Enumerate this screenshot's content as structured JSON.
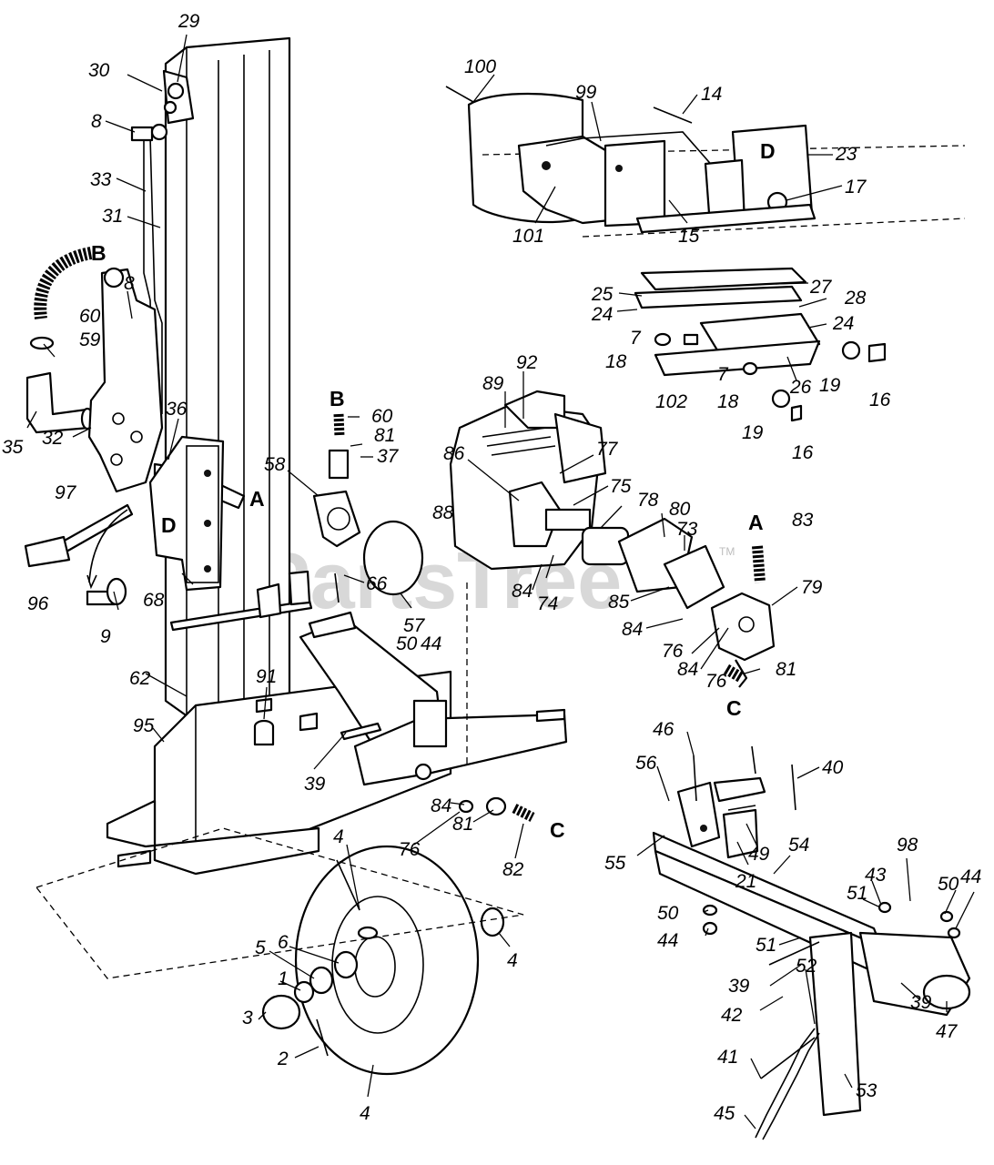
{
  "diagram": {
    "watermark": {
      "text": "PartsTree",
      "tm": "TM"
    },
    "connector_letters": {
      "B1": "B",
      "A1": "A",
      "D1": "D",
      "B2": "B",
      "A2": "A",
      "C1": "C",
      "C2": "C",
      "D2": "D"
    },
    "part_numbers": {
      "p29": "29",
      "p30": "30",
      "p8a": "8",
      "p33": "33",
      "p31": "31",
      "p60a": "60",
      "p59": "59",
      "p8b": "8",
      "p35": "35",
      "p32": "32",
      "p36": "36",
      "p97": "97",
      "p96": "96",
      "p9": "9",
      "p68": "68",
      "p62": "62",
      "p95": "95",
      "p91": "91",
      "p39a": "39",
      "p100": "100",
      "p99": "99",
      "p14": "14",
      "p23": "23",
      "p17": "17",
      "p101": "101",
      "p15": "15",
      "p27": "27",
      "p25": "25",
      "p24a": "24",
      "p28": "28",
      "p24b": "24",
      "p7a": "7",
      "p18a": "18",
      "p102": "102",
      "p7b": "7",
      "p18b": "18",
      "p26": "26",
      "p19a": "19",
      "p16a": "16",
      "p19b": "19",
      "p16b": "16",
      "p60b": "60",
      "p81a": "81",
      "p37": "37",
      "p58": "58",
      "p66": "66",
      "p57": "57",
      "p50a": "50",
      "p44a": "44",
      "p92": "92",
      "p89": "89",
      "p86": "86",
      "p77": "77",
      "p75": "75",
      "p78": "78",
      "p80": "80",
      "p73": "73",
      "p83": "83",
      "p88": "88",
      "p84a": "84",
      "p74": "74",
      "p85": "85",
      "p79": "79",
      "p84b": "84",
      "p76a": "76",
      "p84c": "84",
      "p76b": "76",
      "p81b": "81",
      "p84d": "84",
      "p76c": "76",
      "p81c": "81",
      "p82": "82",
      "p46": "46",
      "p56": "56",
      "p40": "40",
      "p55": "55",
      "p49": "49",
      "p54": "54",
      "p21": "21",
      "p98": "98",
      "p43": "43",
      "p51a": "51",
      "p50b": "50",
      "p44b": "44",
      "p50c": "50",
      "p44c": "44",
      "p51b": "51",
      "p39b": "39",
      "p42": "42",
      "p52": "52",
      "p39c": "39",
      "p47": "47",
      "p41": "41",
      "p53": "53",
      "p45": "45",
      "p4a": "4",
      "p4b": "4",
      "p4c": "4",
      "p5": "5",
      "p6": "6",
      "p1": "1",
      "p3": "3",
      "p2": "2"
    }
  }
}
